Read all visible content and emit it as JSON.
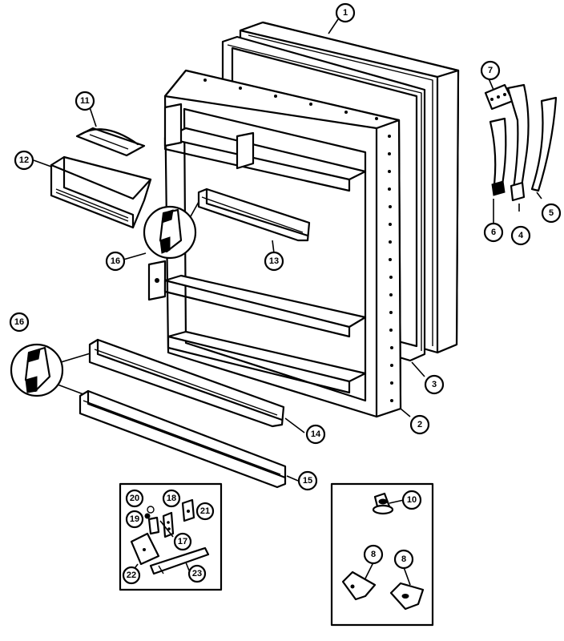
{
  "callouts": {
    "c1": "1",
    "c2": "2",
    "c3": "3",
    "c4": "4",
    "c5": "5",
    "c6": "6",
    "c7": "7",
    "c8a": "8",
    "c8b": "8",
    "c10": "10",
    "c11": "11",
    "c12": "12",
    "c13": "13",
    "c14": "14",
    "c15": "15",
    "c16a": "16",
    "c16b": "16",
    "c17": "17",
    "c18": "18",
    "c19": "19",
    "c20": "20",
    "c21": "21",
    "c22": "22",
    "c23": "23"
  }
}
